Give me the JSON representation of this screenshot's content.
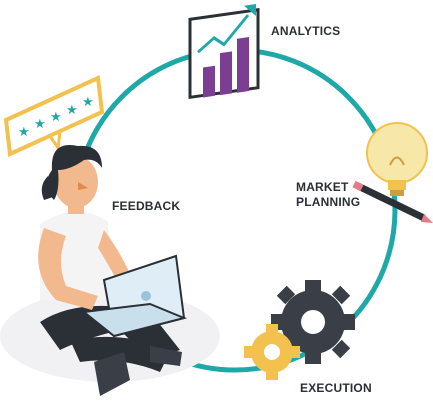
{
  "cycle": {
    "stages": [
      {
        "key": "analytics",
        "label": "ANALYTICS",
        "icon": "bar-chart-board-icon"
      },
      {
        "key": "market_planning",
        "label_line1": "MARKET",
        "label_line2": "PLANNING",
        "icon": "lightbulb-pencil-icon"
      },
      {
        "key": "execution",
        "label": "EXECUTION",
        "icon": "gears-icon"
      },
      {
        "key": "feedback",
        "label": "FEEDBACK",
        "icon": "star-rating-icon"
      }
    ]
  },
  "rating": {
    "stars": 5
  },
  "colors": {
    "cycle_line": "#1ea9a8",
    "analytics_bars": "#7b3e93",
    "analytics_trend": "#1ea9a8",
    "bulb": "#f7e7a8",
    "gear_dark": "#3a3f47",
    "gear_yellow": "#f2c14e",
    "laptop": "#dfeef6",
    "person_shirt": "#f4f4f4",
    "person_skin": "#f3b98e",
    "person_hair": "#2b2f36",
    "star": "#1ea9a8",
    "review_card_border": "#f2c14e"
  }
}
